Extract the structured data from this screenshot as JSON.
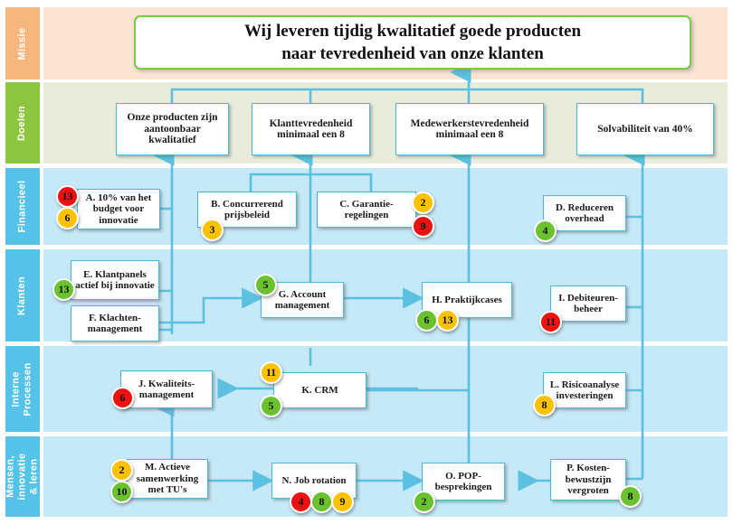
{
  "meta": {
    "title": "Strategiekaart / Balanced Scorecard",
    "accent_blue": "#4bb6d8",
    "accent_green": "#7ac943",
    "band_mission_bg": "#fbe5d2",
    "band_goals_bg": "#e9ecdb",
    "band_blue_bg": "#c5e9f7",
    "badge_red": "#ee1111",
    "badge_amber": "#fcc200",
    "badge_green": "#6ac22e"
  },
  "bands": [
    {
      "key": "missie",
      "label": "Missie",
      "tab_color": "#f6b77e",
      "bg": "#fbe5d2"
    },
    {
      "key": "doelen",
      "label": "Doelen",
      "tab_color": "#8cc63e",
      "bg": "#e9ecdb"
    },
    {
      "key": "fin",
      "label": "Financieel",
      "tab_color": "#55c3e8",
      "bg": "#c5e9f7"
    },
    {
      "key": "klanten",
      "label": "Klanten",
      "tab_color": "#55c3e8",
      "bg": "#c5e9f7"
    },
    {
      "key": "processen",
      "label": "Interne Processen",
      "tab_color": "#55c3e8",
      "bg": "#c5e9f7"
    },
    {
      "key": "mensen",
      "label": "Mensen, innovatie & leren",
      "tab_color": "#55c3e8",
      "bg": "#c5e9f7"
    }
  ],
  "mission": {
    "line1": "Wij leveren tijdig kwalitatief goede producten",
    "line2": "naar tevredenheid van onze klanten"
  },
  "goals": [
    {
      "id": "goal-kwaliteit",
      "text": "Onze producten zijn aantoonbaar kwalitatief"
    },
    {
      "id": "goal-klant",
      "text": "Klanttevredenheid minimaal een 8"
    },
    {
      "id": "goal-medewerker",
      "text": "Medewerkerstevredenheid minimaal een 8"
    },
    {
      "id": "goal-solva",
      "text": "Solvabiliteit van 40%"
    }
  ],
  "objectives": [
    {
      "id": "A",
      "band": "fin",
      "text": "A. 10% van het budget voor innovatie",
      "badges": [
        {
          "value": "13",
          "color": "red"
        },
        {
          "value": "6",
          "color": "amber"
        }
      ]
    },
    {
      "id": "B",
      "band": "fin",
      "text": "B. Concurrerend prijsbeleid",
      "badges": [
        {
          "value": "3",
          "color": "amber"
        }
      ]
    },
    {
      "id": "C",
      "band": "fin",
      "text": "C. Garantie-regelingen",
      "badges": [
        {
          "value": "2",
          "color": "amber"
        },
        {
          "value": "9",
          "color": "red"
        }
      ]
    },
    {
      "id": "D",
      "band": "fin",
      "text": "D. Reduceren overhead",
      "badges": [
        {
          "value": "4",
          "color": "green"
        }
      ]
    },
    {
      "id": "E",
      "band": "klanten",
      "text": "E. Klantpanels actief bij innovatie",
      "badges": [
        {
          "value": "13",
          "color": "green"
        }
      ]
    },
    {
      "id": "F",
      "band": "klanten",
      "text": "F. Klachten-management",
      "badges": []
    },
    {
      "id": "G",
      "band": "klanten",
      "text": "G. Account management",
      "badges": [
        {
          "value": "5",
          "color": "green"
        }
      ]
    },
    {
      "id": "H",
      "band": "klanten",
      "text": "H. Praktijkcases",
      "badges": [
        {
          "value": "6",
          "color": "green"
        },
        {
          "value": "13",
          "color": "amber"
        }
      ]
    },
    {
      "id": "I",
      "band": "klanten",
      "text": "I. Debiteuren-beheer",
      "badges": [
        {
          "value": "11",
          "color": "red"
        }
      ]
    },
    {
      "id": "J",
      "band": "processen",
      "text": "J. Kwaliteits-management",
      "badges": [
        {
          "value": "6",
          "color": "red"
        }
      ]
    },
    {
      "id": "K",
      "band": "processen",
      "text": "K.  CRM",
      "badges": [
        {
          "value": "11",
          "color": "amber"
        },
        {
          "value": "5",
          "color": "green"
        }
      ]
    },
    {
      "id": "L",
      "band": "processen",
      "text": "L. Risicoanalyse investeringen",
      "badges": [
        {
          "value": "8",
          "color": "amber"
        }
      ]
    },
    {
      "id": "M",
      "band": "mensen",
      "text": "M. Actieve samenwerking met TU's",
      "badges": [
        {
          "value": "2",
          "color": "amber"
        },
        {
          "value": "10",
          "color": "green"
        }
      ]
    },
    {
      "id": "N",
      "band": "mensen",
      "text": "N. Job rotation",
      "badges": [
        {
          "value": "4",
          "color": "red"
        },
        {
          "value": "8",
          "color": "green"
        },
        {
          "value": "9",
          "color": "amber"
        }
      ]
    },
    {
      "id": "O",
      "band": "mensen",
      "text": "O. POP-besprekingen",
      "badges": [
        {
          "value": "2",
          "color": "green"
        }
      ]
    },
    {
      "id": "P",
      "band": "mensen",
      "text": "P. Kosten-bewustzijn vergroten",
      "badges": [
        {
          "value": "8",
          "color": "green"
        }
      ]
    }
  ]
}
